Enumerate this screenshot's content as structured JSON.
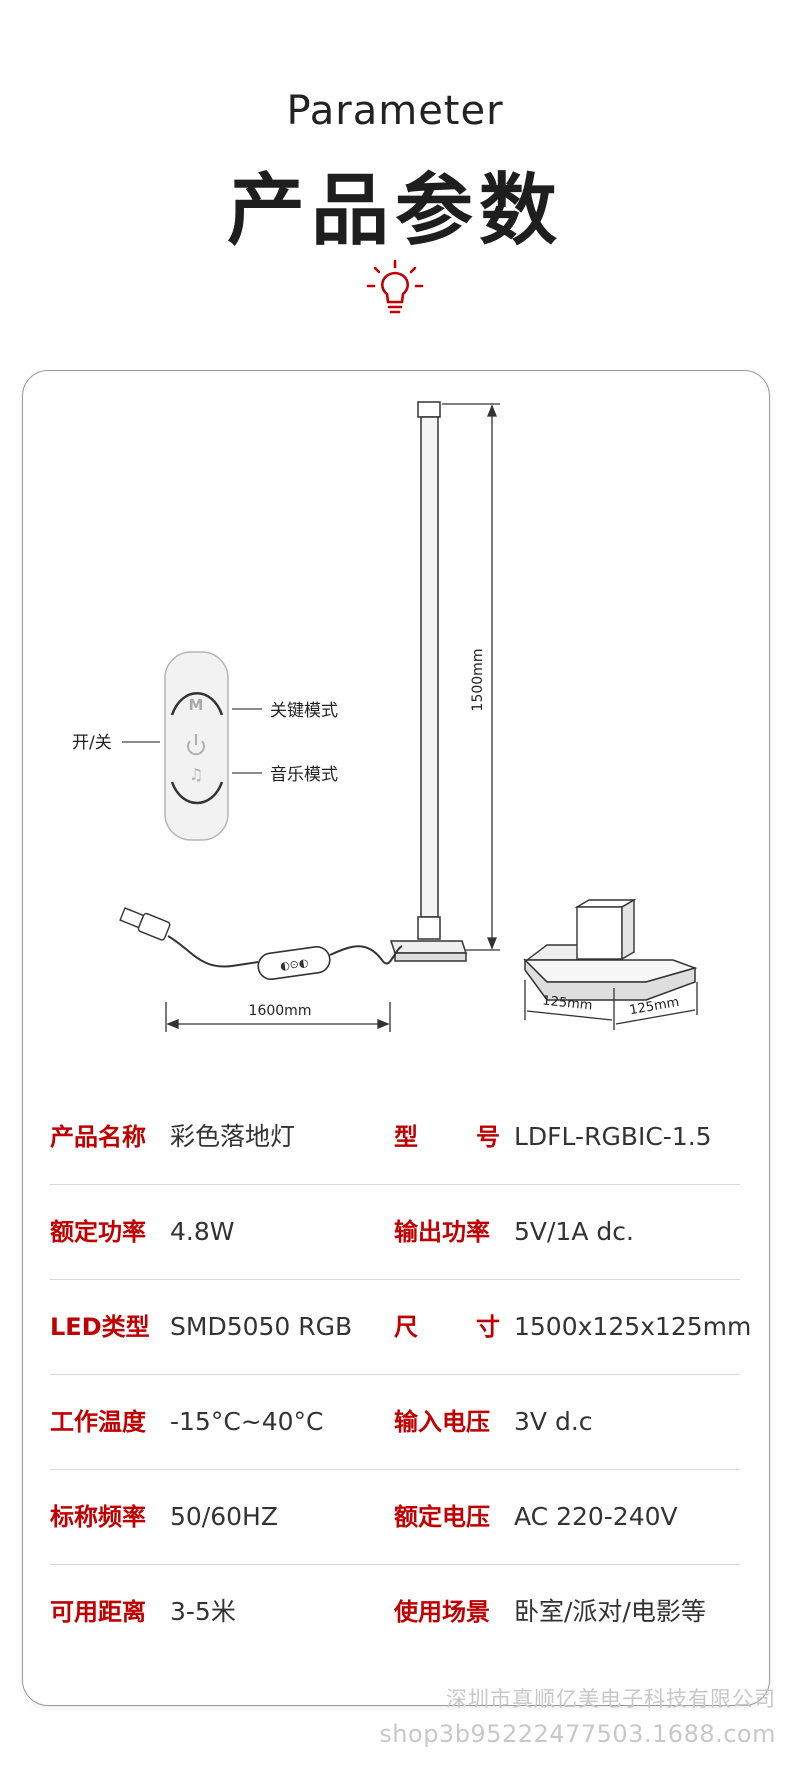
{
  "header": {
    "title_en": "Parameter",
    "title_cn": "产品参数",
    "accent_color": "#c00000"
  },
  "diagram": {
    "controller_labels": {
      "power": "开/关",
      "key_mode": "关键模式",
      "music_mode": "音乐模式"
    },
    "dimensions": {
      "height": "1500mm",
      "cable": "1600mm",
      "base_width": "125mm",
      "base_depth": "125mm"
    }
  },
  "specs": [
    {
      "label1": "产品名称",
      "value1": "彩色落地灯",
      "label2": "型号",
      "value2": "LDFL-RGBIC-1.5"
    },
    {
      "label1": "额定功率",
      "value1": "4.8W",
      "label2": "输出功率",
      "value2": "5V/1A dc."
    },
    {
      "label1": "LED类型",
      "value1": "SMD5050 RGB",
      "label2": "尺寸",
      "value2": "1500x125x125mm"
    },
    {
      "label1": "工作温度",
      "value1": "-15°C~40°C",
      "label2": "输入电压",
      "value2": "3V d.c"
    },
    {
      "label1": "标称频率",
      "value1": "50/60HZ",
      "label2": "额定电压",
      "value2": "AC 220-240V"
    },
    {
      "label1": "可用距离",
      "value1": "3-5米",
      "label2": "使用场景",
      "value2": "卧室/派对/电影等"
    }
  ],
  "watermark": {
    "company": "深圳市真顺亿美电子科技有限公司",
    "url": "shop3b95222477503.1688.com"
  }
}
